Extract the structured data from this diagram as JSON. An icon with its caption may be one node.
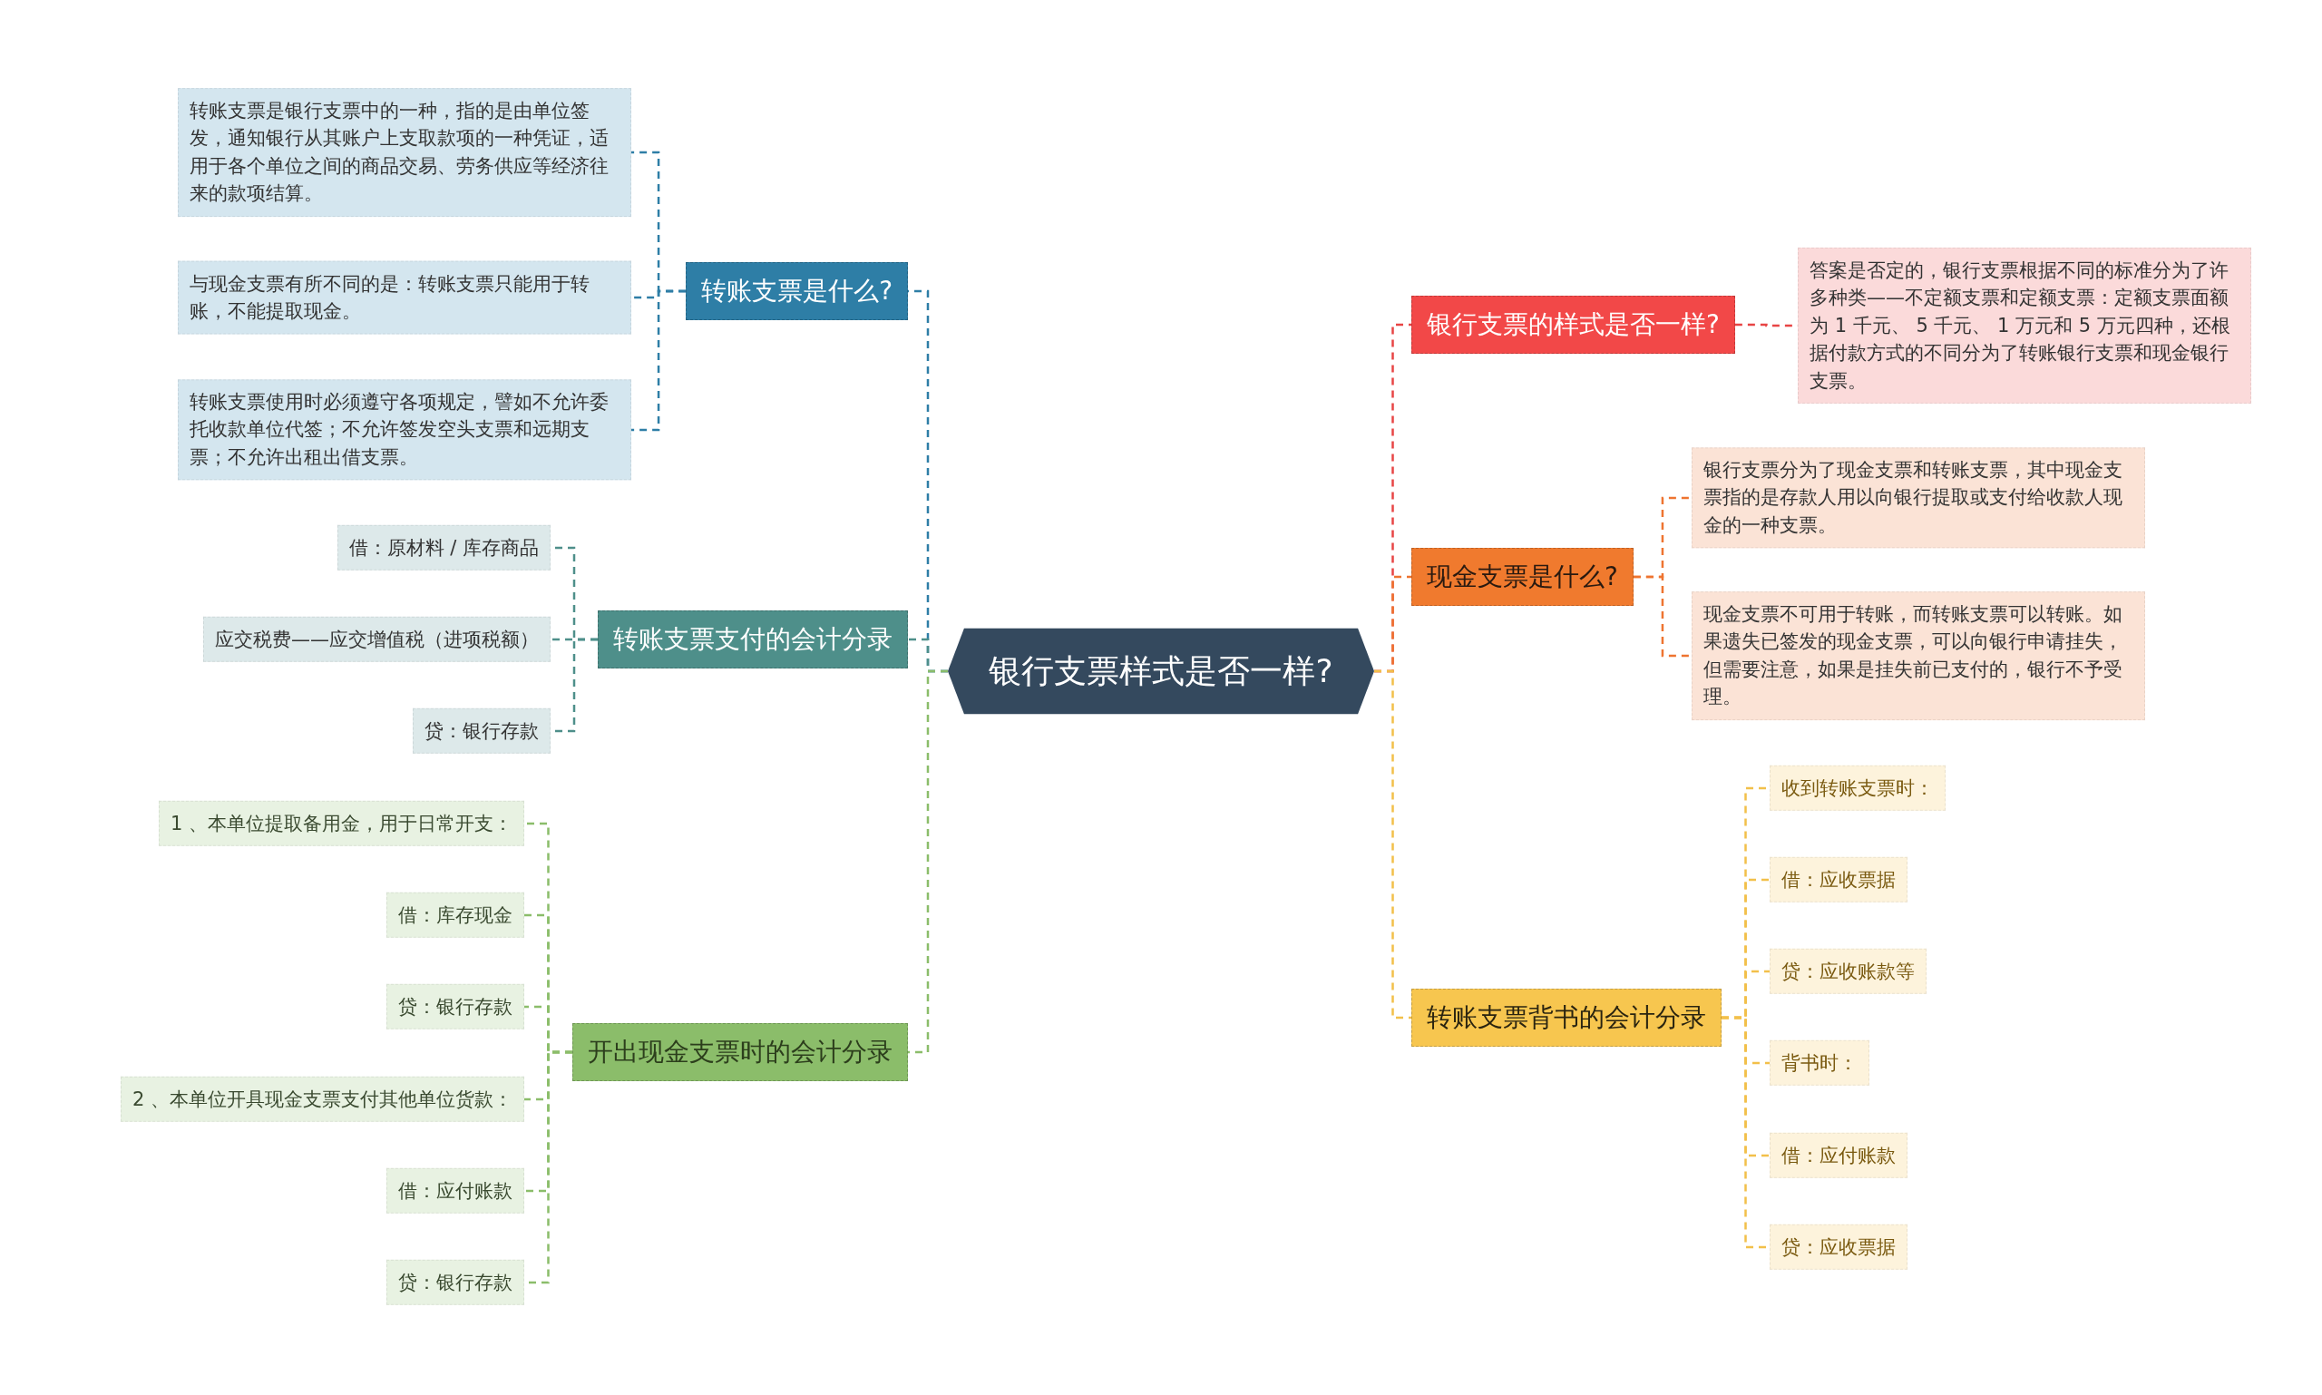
{
  "diagram": {
    "nodes": [
      {
        "text": [
          "银行支票样式是否一样?"
        ]
      },
      {
        "text": [
          "转账支票是什么?"
        ]
      },
      {
        "text": [
          "转账支票是银行支票中的一种，指的是由单位签发，通知银行从其账户上支取款项的一种凭证，适用于各个单位之间的商品交易、劳务供应等经济往来的款项结算。"
        ]
      },
      {
        "text": [
          "与现金支票有所不同的是：转账支票只能用于转账，不能提取现金。"
        ]
      },
      {
        "text": [
          "转账支票使用时必须遵守各项规定，譬如不允许委托收款单位代签；不允许签发空头支票和远期支票；不允许出租出借支票。"
        ]
      },
      {
        "text": [
          "转账支票支付的会计分录"
        ]
      },
      {
        "text": [
          "借：原材料 / 库存商品"
        ]
      },
      {
        "text": [
          "应交税费——应交增值税（进项税额）"
        ]
      },
      {
        "text": [
          "贷：银行存款"
        ]
      },
      {
        "text": [
          "开出现金支票时的会计分录"
        ]
      },
      {
        "text": [
          "1 、本单位提取备用金，用于日常开支："
        ]
      },
      {
        "text": [
          "借：库存现金"
        ]
      },
      {
        "text": [
          "贷：银行存款"
        ]
      },
      {
        "text": [
          "2 、本单位开具现金支票支付其他单位货款："
        ]
      },
      {
        "text": [
          "借：应付账款"
        ]
      },
      {
        "text": [
          "贷：银行存款"
        ]
      },
      {
        "text": [
          "银行支票的样式是否一样?"
        ]
      },
      {
        "text": [
          "答案是否定的，银行支票根据不同的标准分为了许多种类——不定额支票和定额支票：定额支票面额为 1 千元、 5 千元、 1 万元和 5 万元四种，还根据付款方式的不同分为了转账银行支票和现金银行支票。"
        ]
      },
      {
        "text": [
          "现金支票是什么?"
        ]
      },
      {
        "text": [
          "银行支票分为了现金支票和转账支票，其中现金支票指的是存款人用以向银行提取或支付给收款人现金的一种支票。"
        ]
      },
      {
        "text": [
          "现金支票不可用于转账，而转账支票可以转账。如果遗失已签发的现金支票，可以向银行申请挂失，但需要注意，如果是挂失前已支付的，银行不予受理。"
        ]
      },
      {
        "text": [
          "转账支票背书的会计分录"
        ]
      },
      {
        "text": [
          "收到转账支票时："
        ]
      },
      {
        "text": [
          "借：应收票据"
        ]
      },
      {
        "text": [
          "贷：应收账款等"
        ]
      },
      {
        "text": [
          "背书时："
        ]
      },
      {
        "text": [
          "借：应付账款"
        ]
      },
      {
        "text": [
          "贷：应收票据"
        ]
      }
    ],
    "edges": [
      {
        "from": 0,
        "to": 1,
        "arrow": "none",
        "style": "dashed",
        "color": "#2e7ea6"
      },
      {
        "from": 1,
        "to": 2,
        "arrow": "none",
        "style": "dashed",
        "color": "#2e7ea6"
      },
      {
        "from": 1,
        "to": 3,
        "arrow": "none",
        "style": "dashed",
        "color": "#2e7ea6"
      },
      {
        "from": 1,
        "to": 4,
        "arrow": "none",
        "style": "dashed",
        "color": "#2e7ea6"
      },
      {
        "from": 0,
        "to": 5,
        "arrow": "none",
        "style": "dashed",
        "color": "#4e8f8a"
      },
      {
        "from": 5,
        "to": 6,
        "arrow": "none",
        "style": "dashed",
        "color": "#4e8f8a"
      },
      {
        "from": 5,
        "to": 7,
        "arrow": "none",
        "style": "dashed",
        "color": "#4e8f8a"
      },
      {
        "from": 5,
        "to": 8,
        "arrow": "none",
        "style": "dashed",
        "color": "#4e8f8a"
      },
      {
        "from": 0,
        "to": 9,
        "arrow": "none",
        "style": "dashed",
        "color": "#8bbd6a"
      },
      {
        "from": 9,
        "to": 10,
        "arrow": "none",
        "style": "dashed",
        "color": "#8bbd6a"
      },
      {
        "from": 9,
        "to": 11,
        "arrow": "none",
        "style": "dashed",
        "color": "#8bbd6a"
      },
      {
        "from": 9,
        "to": 12,
        "arrow": "none",
        "style": "dashed",
        "color": "#8bbd6a"
      },
      {
        "from": 9,
        "to": 13,
        "arrow": "none",
        "style": "dashed",
        "color": "#8bbd6a"
      },
      {
        "from": 9,
        "to": 14,
        "arrow": "none",
        "style": "dashed",
        "color": "#8bbd6a"
      },
      {
        "from": 9,
        "to": 15,
        "arrow": "none",
        "style": "dashed",
        "color": "#8bbd6a"
      },
      {
        "from": 0,
        "to": 16,
        "arrow": "none",
        "style": "dashed",
        "color": "#e84545"
      },
      {
        "from": 16,
        "to": 17,
        "arrow": "none",
        "style": "dashed",
        "color": "#e84545"
      },
      {
        "from": 0,
        "to": 18,
        "arrow": "none",
        "style": "dashed",
        "color": "#ee7430"
      },
      {
        "from": 18,
        "to": 19,
        "arrow": "none",
        "style": "dashed",
        "color": "#ee7430"
      },
      {
        "from": 18,
        "to": 20,
        "arrow": "none",
        "style": "dashed",
        "color": "#ee7430"
      },
      {
        "from": 0,
        "to": 21,
        "arrow": "none",
        "style": "dashed",
        "color": "#f2c04a"
      },
      {
        "from": 21,
        "to": 22,
        "arrow": "none",
        "style": "dashed",
        "color": "#f2c04a"
      },
      {
        "from": 21,
        "to": 23,
        "arrow": "none",
        "style": "dashed",
        "color": "#f2c04a"
      },
      {
        "from": 21,
        "to": 24,
        "arrow": "none",
        "style": "dashed",
        "color": "#f2c04a"
      },
      {
        "from": 21,
        "to": 25,
        "arrow": "none",
        "style": "dashed",
        "color": "#f2c04a"
      },
      {
        "from": 21,
        "to": 26,
        "arrow": "none",
        "style": "dashed",
        "color": "#f2c04a"
      },
      {
        "from": 21,
        "to": 27,
        "arrow": "none",
        "style": "dashed",
        "color": "#f2c04a"
      }
    ]
  }
}
